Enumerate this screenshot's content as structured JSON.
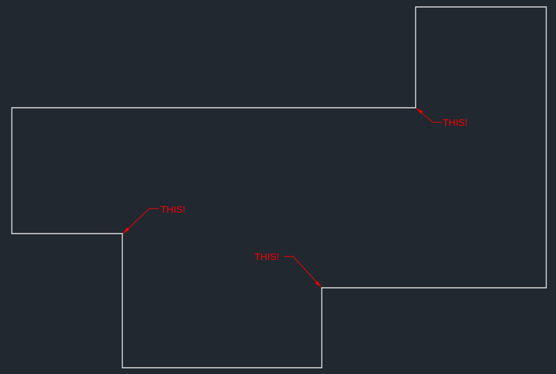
{
  "colors": {
    "background": "#212830",
    "outline": "#e6e6e6",
    "annotation": "#ff0000"
  },
  "callouts": [
    {
      "label": "THIS!"
    },
    {
      "label": "THIS!"
    },
    {
      "label": "THIS!"
    }
  ]
}
